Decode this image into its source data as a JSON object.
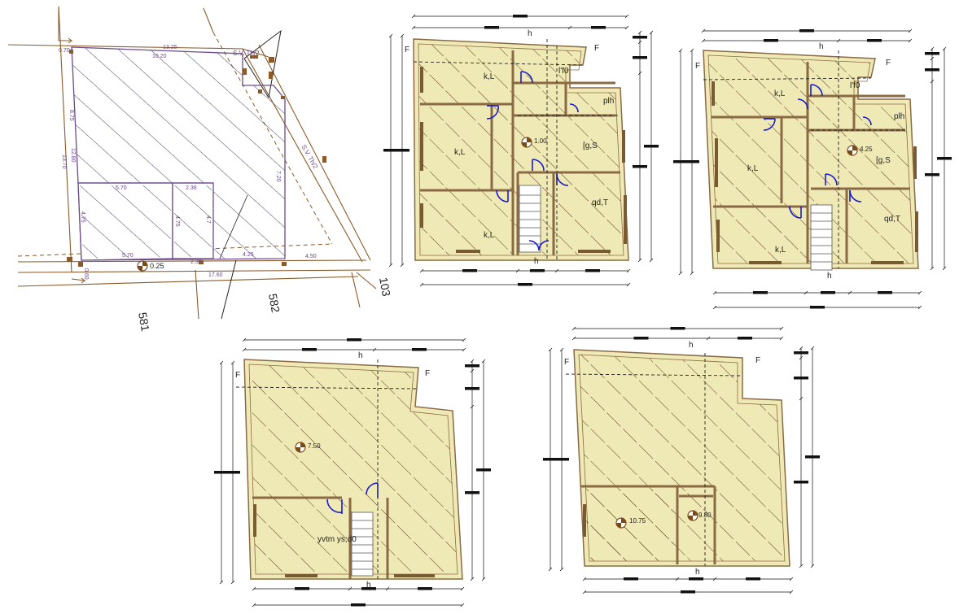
{
  "site_plan": {
    "dims": {
      "top1": "13.25",
      "top2": "10.20",
      "left_top": "0.70",
      "left_a": "8.75",
      "left_b": "12.80",
      "left_c": "13.70",
      "left_d": "4.75",
      "inner_a": "5.70",
      "inner_b": "2.36",
      "inner_c": "4.75",
      "inner_d": "4.7",
      "inner_e": "5.70",
      "right_a": "7.20",
      "bot_a": "0.60",
      "bot_b": "2.36",
      "bot_c": "4.25",
      "bot_d": "4.50",
      "bot_e": "17.60"
    },
    "level": "0.25",
    "road_label_top": "S.V. Th/2",
    "road_label_side": "S.V. Th/2",
    "plot_581": "581",
    "plot_582": "582",
    "plot_103": "103"
  },
  "plan_ground": {
    "room_kl1": "k,L",
    "room_kl2": "k,L",
    "room_kl3": "k,L",
    "room_wc": "l'f0",
    "room_plh": "plh",
    "room_gs": "[g,S",
    "room_qdt": "qd,T",
    "level": "1.00",
    "mark_h": "h",
    "mark_h2": "h",
    "mark_f": "F",
    "mark_f2": "F"
  },
  "plan_first": {
    "room_kl1": "k,L",
    "room_kl2": "k,L",
    "room_kl3": "k,L",
    "room_wc": "l'f0",
    "room_plh": "plh",
    "room_gs": "[g,S",
    "room_qdt": "qd,T",
    "level": "4.25",
    "mark_h": "h",
    "mark_h2": "h",
    "mark_f": "F",
    "mark_f2": "F"
  },
  "plan_third": {
    "level": "7.50",
    "room_label": "yvtm  ys;d0",
    "mark_h": "h",
    "mark_h2": "h",
    "mark_f": "F",
    "mark_f2": "F"
  },
  "plan_roof": {
    "level_a": "10.75",
    "level_b": "9.80",
    "mark_h": "h",
    "mark_h2": "h",
    "mark_f": "F",
    "mark_f2": "F"
  },
  "colors": {
    "wall": "#8a6a45",
    "wall_fill": "#efe9b5",
    "hatch": "#5a3a20",
    "hatch_site": "#2a2a55",
    "door": "#1a1acc",
    "dim": "#111111",
    "road": "#8a5a2a"
  }
}
